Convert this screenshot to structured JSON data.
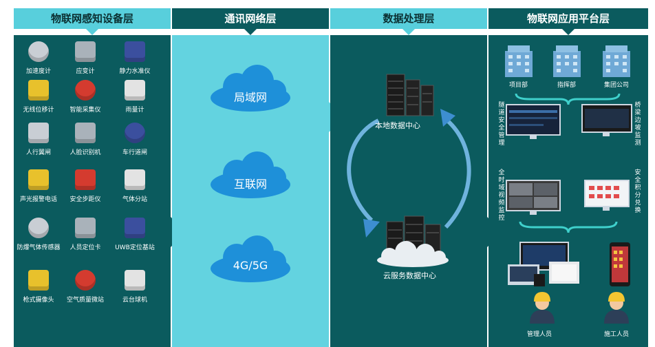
{
  "columns": {
    "perception": {
      "title": "物联网感知设备层"
    },
    "network": {
      "title": "通讯网络层"
    },
    "data": {
      "title": "数据处理层"
    },
    "platform": {
      "title": "物联网应用平台层"
    }
  },
  "devices": [
    {
      "label": "加速度计",
      "icon": "accelerometer-icon"
    },
    {
      "label": "应变计",
      "icon": "strain-gauge-icon"
    },
    {
      "label": "静力水准仪",
      "icon": "static-level-icon"
    },
    {
      "label": "无线位移计",
      "icon": "wireless-displacement-icon"
    },
    {
      "label": "智能采集仪",
      "icon": "smart-collector-icon"
    },
    {
      "label": "雨量计",
      "icon": "rain-gauge-icon"
    },
    {
      "label": "人行翼闸",
      "icon": "turnstile-icon"
    },
    {
      "label": "人脸识别机",
      "icon": "face-recognition-icon"
    },
    {
      "label": "车行道闸",
      "icon": "vehicle-barrier-icon"
    },
    {
      "label": "声光报警电话",
      "icon": "alarm-phone-icon"
    },
    {
      "label": "安全步距仪",
      "icon": "step-distance-icon"
    },
    {
      "label": "气体分站",
      "icon": "gas-substation-icon"
    },
    {
      "label": "防爆气体传感器",
      "icon": "gas-sensor-icon"
    },
    {
      "label": "人员定位卡",
      "icon": "location-card-icon"
    },
    {
      "label": "UWB定位基站",
      "icon": "uwb-station-icon"
    },
    {
      "label": "枪式摄像头",
      "icon": "bullet-camera-icon"
    },
    {
      "label": "空气质量微站",
      "icon": "air-quality-icon"
    },
    {
      "label": "云台球机",
      "icon": "dome-camera-icon"
    }
  ],
  "networks": [
    {
      "label": "局域网"
    },
    {
      "label": "互联网"
    },
    {
      "label": "4G/5G"
    }
  ],
  "data_centers": {
    "local": "本地数据中心",
    "cloud": "云服务数据中心"
  },
  "platform": {
    "buildings": [
      "项目部",
      "指挥部",
      "集团公司"
    ],
    "left_top": "隧道安全管理",
    "right_top": "桥梁边坡监测",
    "left_mid": "全时域视频监控",
    "right_mid": "安全积分兑换",
    "people": [
      "管理人员",
      "施工人员"
    ]
  },
  "colors": {
    "dark": "#0b5b5e",
    "light": "#63d3e0",
    "header_light": "#58cfdc"
  }
}
